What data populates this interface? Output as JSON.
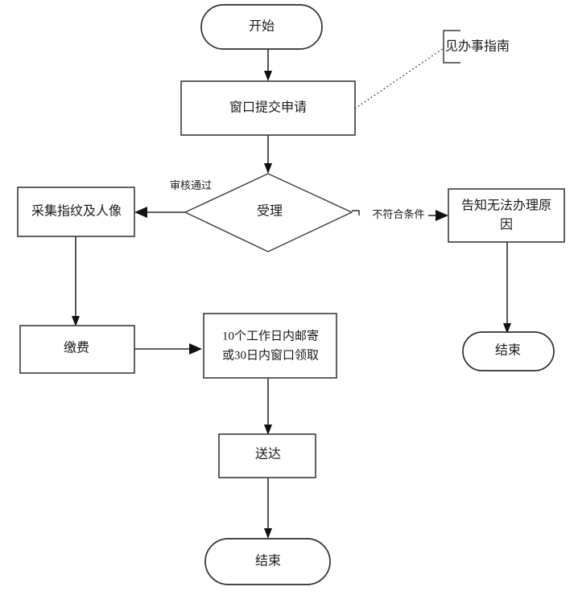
{
  "diagram": {
    "type": "flowchart",
    "orientation": "top-to-bottom",
    "background_color": "#ffffff",
    "line_color": "#2b2b2b",
    "text_color": "#1a1a1a",
    "nodes": {
      "start": {
        "label": "开始",
        "shape": "terminal"
      },
      "submit": {
        "label": "窗口提交申请",
        "shape": "process"
      },
      "accept": {
        "label": "受理",
        "shape": "decision"
      },
      "collect": {
        "label": "采集指纹及人像",
        "shape": "process"
      },
      "inform": {
        "label_line1": "告知无法办理原因",
        "label_line2": "因",
        "label_top": "告知无法办理原",
        "shape": "process"
      },
      "end_right": {
        "label": "结束",
        "shape": "terminal"
      },
      "payment": {
        "label": "缴费",
        "shape": "process"
      },
      "delivery": {
        "label_line1": "10个工作日内邮寄",
        "label_line2": "或30日内窗口领取",
        "shape": "process"
      },
      "deliver_done": {
        "label": "送达",
        "shape": "process"
      },
      "end_bottom": {
        "label": "结束",
        "shape": "terminal"
      }
    },
    "edge_labels": {
      "approved": "审核通过",
      "not_qualified": "不符合条件"
    },
    "annotations": {
      "guide_note": "见办事指南"
    }
  }
}
